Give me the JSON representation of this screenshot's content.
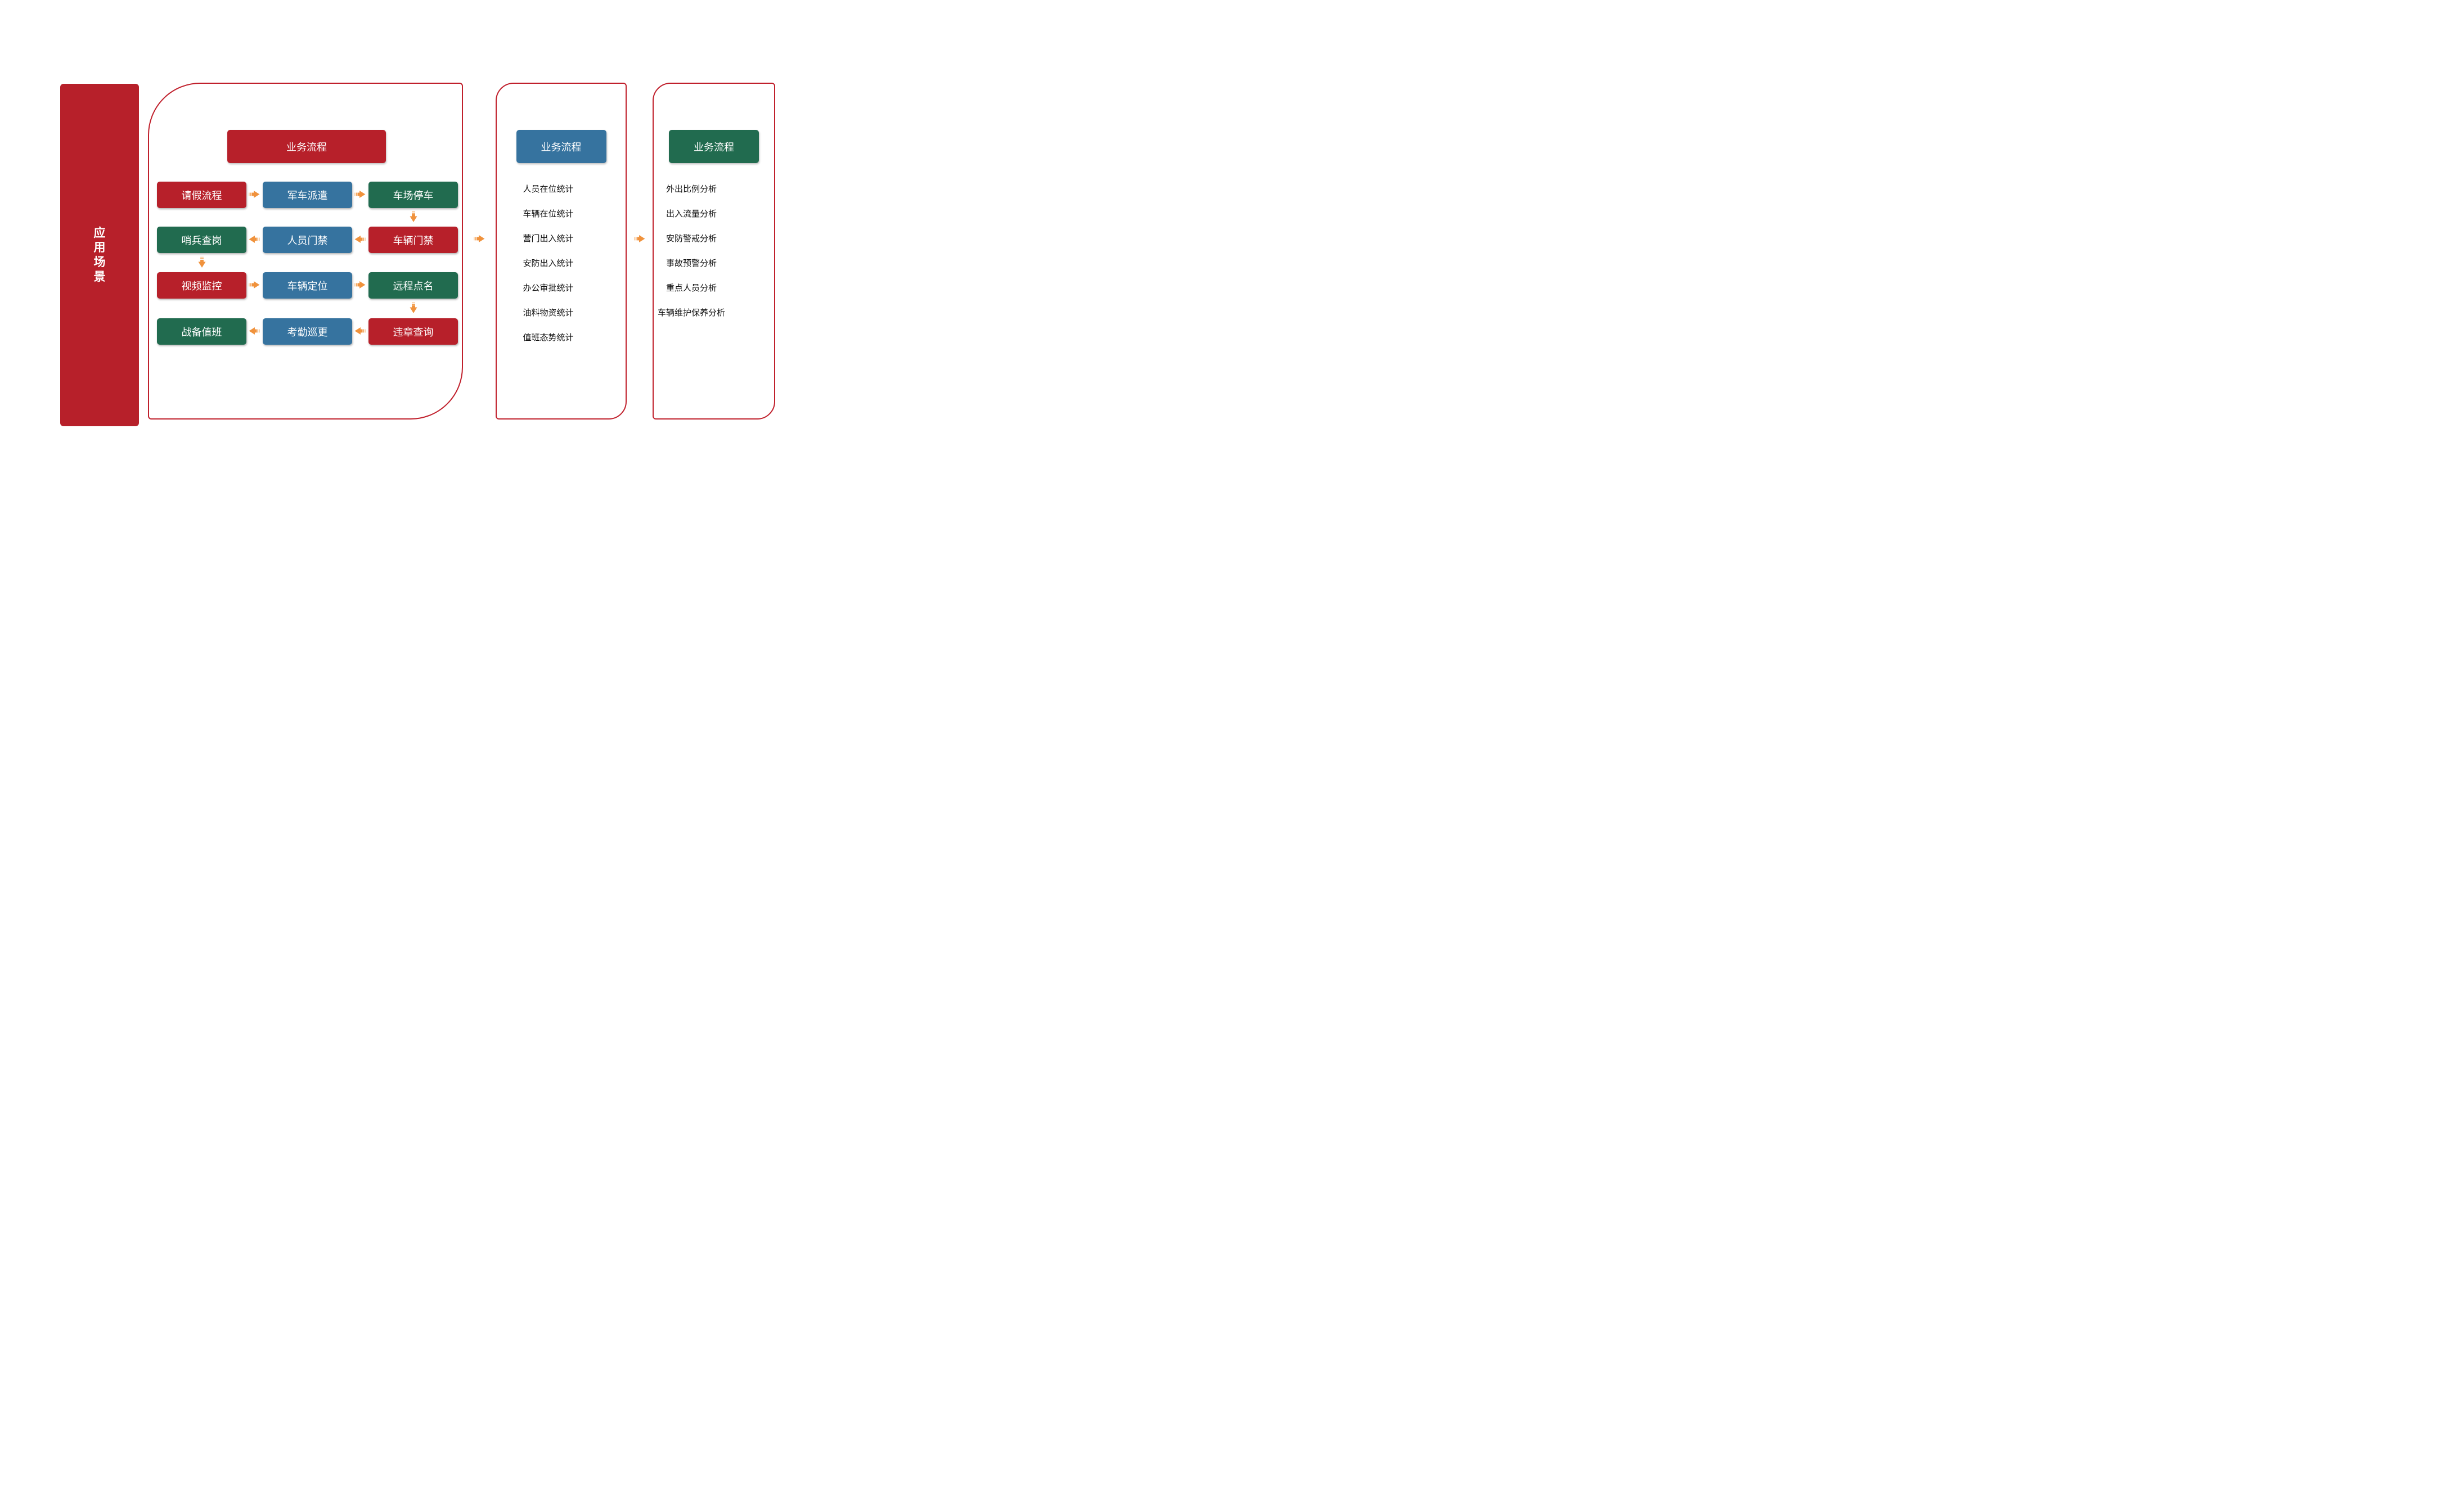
{
  "colors": {
    "red": "#B7202A",
    "blue": "#36739F",
    "green": "#216B4F",
    "border": "#C0202C",
    "arrow_main": "#F0923C",
    "arrow_mid": "#F3A254",
    "arrow_light": "#F8C28C",
    "list_text": "#111111",
    "box_text": "#FFFFFF"
  },
  "sidebar": {
    "title": "应用场景",
    "color": "red"
  },
  "flow_panel": {
    "header": "业务流程",
    "header_color": "red",
    "rows": [
      {
        "cells": [
          {
            "label": "请假流程",
            "color": "red"
          },
          {
            "label": "军车派遣",
            "color": "blue"
          },
          {
            "label": "车场停车",
            "color": "green"
          }
        ],
        "arrow_direction": "right"
      },
      {
        "cells": [
          {
            "label": "哨兵查岗",
            "color": "green"
          },
          {
            "label": "人员门禁",
            "color": "blue"
          },
          {
            "label": "车辆门禁",
            "color": "red"
          }
        ],
        "arrow_direction": "left"
      },
      {
        "cells": [
          {
            "label": "视频监控",
            "color": "red"
          },
          {
            "label": "车辆定位",
            "color": "blue"
          },
          {
            "label": "远程点名",
            "color": "green"
          }
        ],
        "arrow_direction": "right"
      },
      {
        "cells": [
          {
            "label": "战备值班",
            "color": "green"
          },
          {
            "label": "考勤巡更",
            "color": "blue"
          },
          {
            "label": "违章查询",
            "color": "red"
          }
        ],
        "arrow_direction": "left"
      }
    ]
  },
  "stats_panel": {
    "header": "业务流程",
    "header_color": "blue",
    "items": [
      "人员在位统计",
      "车辆在位统计",
      "营门出入统计",
      "安防出入统计",
      "办公审批统计",
      "油料物资统计",
      "值班态势统计"
    ]
  },
  "analysis_panel": {
    "header": "业务流程",
    "header_color": "green",
    "items": [
      "外出比例分析",
      "出入流量分析",
      "安防警戒分析",
      "事故预警分析",
      "重点人员分析",
      "车辆维护保养分析"
    ]
  }
}
